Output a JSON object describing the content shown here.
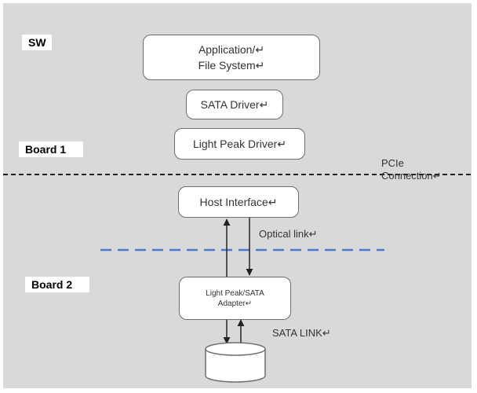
{
  "diagram": {
    "layers": [
      {
        "id": "sw",
        "label": "SW"
      },
      {
        "id": "board1",
        "label": "Board 1"
      },
      {
        "id": "board2",
        "label": "Board 2"
      }
    ],
    "components": {
      "app_fs": "Application/↵\nFile System↵",
      "sata_driver": "SATA Driver↵",
      "lp_driver": "Light Peak Driver↵",
      "host_interface": "Host Interface↵",
      "lp_sata_adapter": "Light Peak/SATA\nAdapter↵",
      "storage": ""
    },
    "connections": {
      "pcie": "PCIe\nConnection↵",
      "optical": "Optical link↵",
      "sata": "SATA LINK↵"
    },
    "colors": {
      "background": "#d9d9d9",
      "box_fill": "#ffffff",
      "box_border": "#6e6e6e",
      "pcie_line": "#222222",
      "optical_line": "#4a7bd1",
      "arrow": "#222222"
    }
  }
}
